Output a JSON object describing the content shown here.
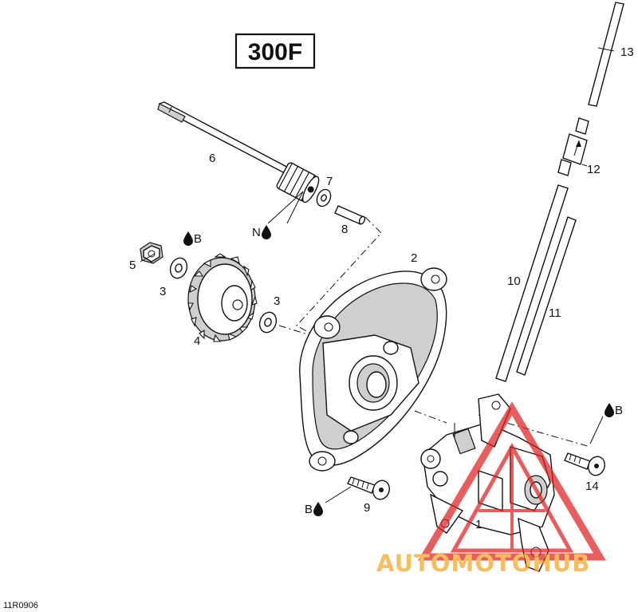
{
  "model_label": "300F",
  "drawing_code": "11R0906",
  "watermark": {
    "text": "AUTOMOTOHUB",
    "color": "#f5a623",
    "triangle_color": "#e02020"
  },
  "parts": [
    {
      "number": "1"
    },
    {
      "number": "2"
    },
    {
      "number": "3"
    },
    {
      "number": "3"
    },
    {
      "number": "4"
    },
    {
      "number": "5"
    },
    {
      "number": "6"
    },
    {
      "number": "7"
    },
    {
      "number": "8"
    },
    {
      "number": "9"
    },
    {
      "number": "10"
    },
    {
      "number": "11"
    },
    {
      "number": "12"
    },
    {
      "number": "13"
    },
    {
      "number": "14"
    }
  ],
  "lubricant_marks": [
    {
      "code": "B",
      "icon": "oil-drop-icon"
    },
    {
      "code": "N",
      "icon": "oil-drop-icon"
    },
    {
      "code": "B",
      "icon": "oil-drop-icon"
    },
    {
      "code": "B",
      "icon": "oil-drop-icon"
    }
  ]
}
